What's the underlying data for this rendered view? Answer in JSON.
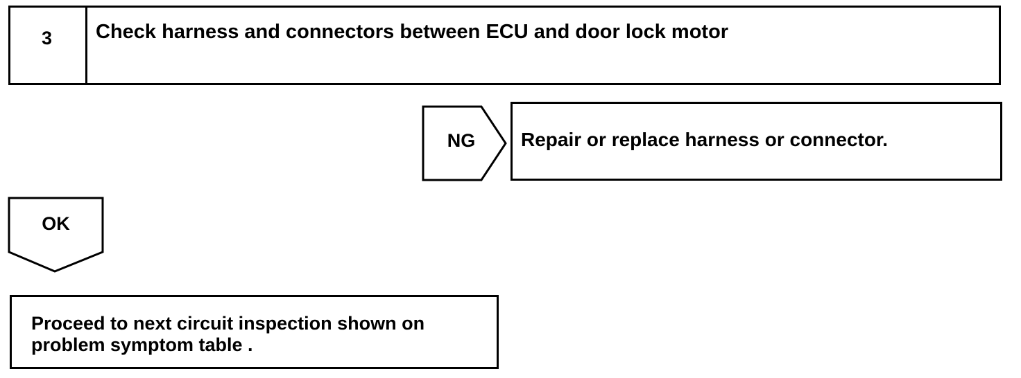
{
  "step": {
    "number": "3",
    "title": "Check harness and connectors between ECU and door lock motor"
  },
  "ng_branch": {
    "label": "NG",
    "action": "Repair or replace harness or connector."
  },
  "ok_branch": {
    "label": "OK"
  },
  "final_step": {
    "line1": "Proceed to next circuit inspection shown on",
    "line2": "problem symptom table ."
  }
}
